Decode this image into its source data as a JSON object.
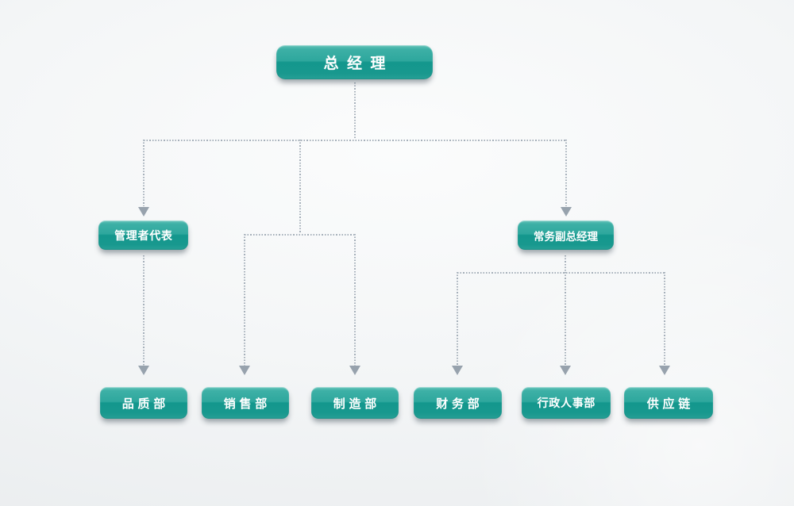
{
  "org_chart": {
    "nodes": {
      "gm": {
        "label": "总经理",
        "level": 1
      },
      "rep": {
        "label": "管理者代表",
        "level": 2
      },
      "evp": {
        "label": "常务副总经理",
        "level": 2
      },
      "quality": {
        "label": "品质部",
        "level": 3
      },
      "sales": {
        "label": "销售部",
        "level": 3
      },
      "mfg": {
        "label": "制造部",
        "level": 3
      },
      "finance": {
        "label": "财务部",
        "level": 3
      },
      "hr": {
        "label": "行政人事部",
        "level": 3
      },
      "supply": {
        "label": "供应链",
        "level": 3
      }
    },
    "edges": [
      {
        "from": "gm",
        "to": "rep"
      },
      {
        "from": "gm",
        "to": "evp"
      },
      {
        "from": "gm",
        "to": "sales"
      },
      {
        "from": "gm",
        "to": "mfg"
      },
      {
        "from": "rep",
        "to": "quality"
      },
      {
        "from": "evp",
        "to": "finance"
      },
      {
        "from": "evp",
        "to": "hr"
      },
      {
        "from": "evp",
        "to": "supply"
      }
    ],
    "colors": {
      "node_teal_light": "#3db0a6",
      "node_teal_dark": "#13978d",
      "node_text": "#ffffff",
      "connector_dotted": "#a6b0ba",
      "arrowhead": "#97a2ad",
      "background_edge": "#e9ecee",
      "background_center": "#fbfcfc"
    }
  }
}
